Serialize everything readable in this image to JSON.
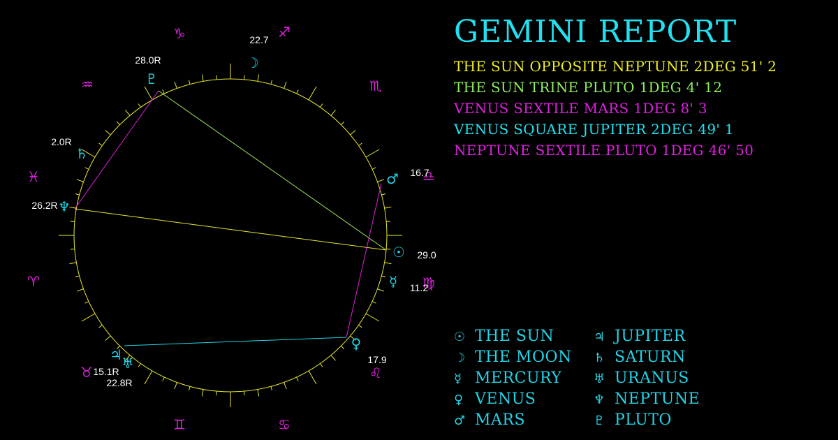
{
  "title": "GEMINI REPORT",
  "aspects": [
    {
      "text": "THE SUN OPPOSITE NEPTUNE 2DEG 51' 2",
      "color": "#f0f020"
    },
    {
      "text": "THE SUN TRINE PLUTO 1DEG 4' 12",
      "color": "#90f060"
    },
    {
      "text": "VENUS SEXTILE MARS 1DEG 8' 3",
      "color": "#e020e0"
    },
    {
      "text": "VENUS SQUARE JUPITER 2DEG 49' 1",
      "color": "#22e0f0"
    },
    {
      "text": "NEPTUNE SEXTILE PLUTO 1DEG 46' 50",
      "color": "#e020e0"
    }
  ],
  "legend": {
    "col1": [
      {
        "icon": "☉",
        "label": "THE SUN"
      },
      {
        "icon": "☽",
        "label": "THE MOON"
      },
      {
        "icon": "☿",
        "label": "MERCURY"
      },
      {
        "icon": "♀",
        "label": "VENUS"
      },
      {
        "icon": "♂",
        "label": "MARS"
      }
    ],
    "col2": [
      {
        "icon": "♃",
        "label": "JUPITER"
      },
      {
        "icon": "♄",
        "label": "SATURN"
      },
      {
        "icon": "♅",
        "label": "URANUS"
      },
      {
        "icon": "♆",
        "label": "NEPTUNE"
      },
      {
        "icon": "♇",
        "label": "PLUTO"
      }
    ]
  },
  "zodiac": [
    {
      "sign": "capricorn",
      "glyph": "♑"
    },
    {
      "sign": "sagittarius",
      "glyph": "♐"
    },
    {
      "sign": "aquarius",
      "glyph": "♒"
    },
    {
      "sign": "scorpio",
      "glyph": "♏"
    },
    {
      "sign": "pisces",
      "glyph": "♓"
    },
    {
      "sign": "libra",
      "glyph": "♎"
    },
    {
      "sign": "aries",
      "glyph": "♈"
    },
    {
      "sign": "virgo",
      "glyph": "♍"
    },
    {
      "sign": "taurus",
      "glyph": "♉"
    },
    {
      "sign": "leo",
      "glyph": "♌"
    },
    {
      "sign": "gemini",
      "glyph": "♊"
    },
    {
      "sign": "cancer",
      "glyph": "♋"
    }
  ],
  "planets": [
    {
      "name": "moon",
      "glyph": "☽",
      "degree": "22.7"
    },
    {
      "name": "pluto",
      "glyph": "♇",
      "degree": "28.0R"
    },
    {
      "name": "saturn",
      "glyph": "♄",
      "degree": "2.0R"
    },
    {
      "name": "neptune",
      "glyph": "♆",
      "degree": "26.2R"
    },
    {
      "name": "mars",
      "glyph": "♂",
      "degree": "16.7"
    },
    {
      "name": "sun",
      "glyph": "☉",
      "degree": "29.0"
    },
    {
      "name": "mercury",
      "glyph": "☿",
      "degree": "11.2"
    },
    {
      "name": "venus",
      "glyph": "♀",
      "degree": "17.9"
    },
    {
      "name": "jupiter",
      "glyph": "♃",
      "degree": "15.1R"
    },
    {
      "name": "uranus",
      "glyph": "♅",
      "degree": "22.8R"
    }
  ],
  "aspect_lines": [
    {
      "from": "sun",
      "to": "neptune",
      "color": "#e8e830"
    },
    {
      "from": "sun",
      "to": "pluto",
      "color": "#a0e060"
    },
    {
      "from": "venus",
      "to": "mars",
      "color": "#e020e0"
    },
    {
      "from": "venus",
      "to": "jupiter",
      "color": "#22d4e8"
    },
    {
      "from": "neptune",
      "to": "pluto",
      "color": "#e020e0"
    }
  ],
  "colors": {
    "title": "#22e0f0",
    "planet": "#22d4e8",
    "sign": "#e020e0",
    "wheel": "#e8e830",
    "degree_text": "#ffffff",
    "background": "#000000"
  }
}
